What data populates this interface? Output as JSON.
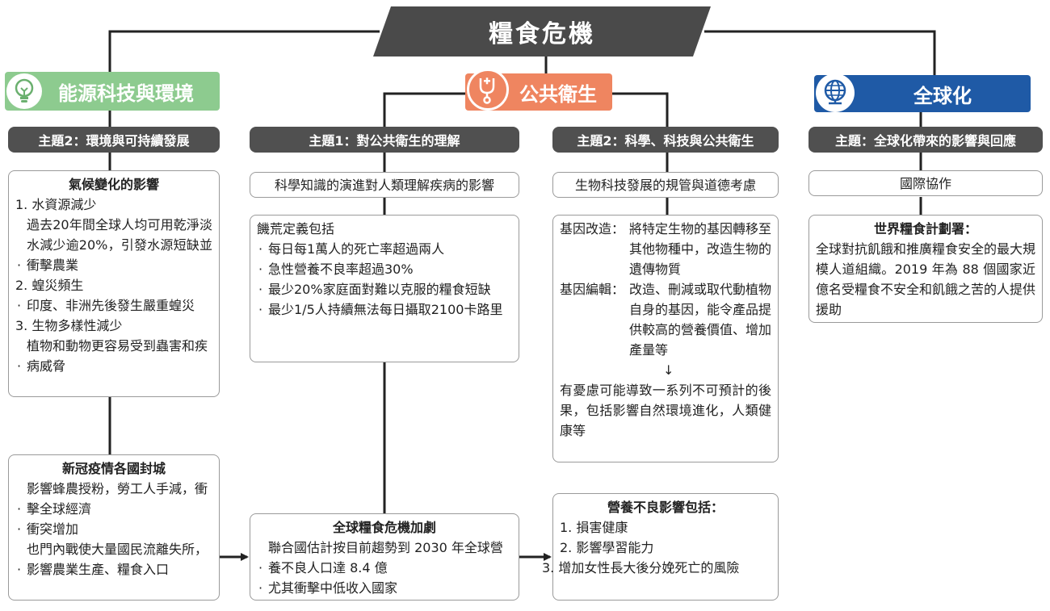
{
  "title": "糧食危機",
  "categories": {
    "energy": {
      "label": "能源科技與環境",
      "color": "#8dcb8f",
      "icon": "lightbulb-icon"
    },
    "health": {
      "label": "公共衛生",
      "color": "#ef8560",
      "icon": "stethoscope-icon"
    },
    "global": {
      "label": "全球化",
      "color": "#1f5aa6",
      "icon": "globe-icon"
    }
  },
  "topics": {
    "env": "主題2：環境與可持續發展",
    "health1": "主題1：對公共衛生的理解",
    "health2": "主題2：科學、科技與公共衛生",
    "global": "主題：全球化帶來的影響與回應"
  },
  "climate": {
    "heading": "氣候變化的影響",
    "l1": "1. 水資源減少",
    "b1": "過去20年間全球人均可用乾淨淡水減少逾20%，引發水源短缺並衝擊農業",
    "l2": "2. 蝗災頻生",
    "b2": "印度、非洲先後發生嚴重蝗災",
    "l3": "3. 生物多樣性減少",
    "b3": "植物和動物更容易受到蟲害和疾病威脅"
  },
  "covid": {
    "heading": "新冠疫情各國封城",
    "b1": "影響蜂農授粉，勞工人手減，衝擊全球經濟",
    "b2": "衝突增加",
    "b3": "也門內戰使大量國民流離失所，影響農業生產、糧食入口"
  },
  "science_knowledge": "科學知識的演進對人類理解疾病的影響",
  "famine": {
    "heading": "饑荒定義包括",
    "b1": "每日每1萬人的死亡率超過兩人",
    "b2": "急性營養不良率超過30%",
    "b3": "最少20%家庭面對難以克服的糧食短缺",
    "b4": "最少1/5人持續無法每日攝取2100卡路里"
  },
  "crisis": {
    "heading": "全球糧食危機加劇",
    "b1": "聯合國估計按目前趨勢到 2030 年全球營養不良人口達 8.4 億",
    "b2": "尤其衝擊中低收入國家"
  },
  "biotech": "生物科技發展的規管與道德考慮",
  "gm": {
    "label1": "基因改造：",
    "text1": "將特定生物的基因轉移至其他物種中，改造生物的遺傳物質",
    "label2": "基因編輯：",
    "text2": "改造、刪減或取代動植物自身的基因，能令產品提供較高的營養價值、增加產量等",
    "arrow": "↓",
    "conclusion": "有憂慮可能導致一系列不可預計的後果，包括影響自然環境進化，人類健康等"
  },
  "malnutrition": {
    "heading": "營養不良影響包括：",
    "l1": "1. 損害健康",
    "l2": "2. 影響學習能力",
    "l3": "3. 增加女性長大後分娩死亡的風險"
  },
  "intl": "國際協作",
  "wfp": {
    "heading": "世界糧食計劃署：",
    "text": "全球對抗飢餓和推廣糧食安全的最大規模人道組織。2019 年為 88 個國家近億名受糧食不安全和飢餓之苦的人提供援助"
  }
}
